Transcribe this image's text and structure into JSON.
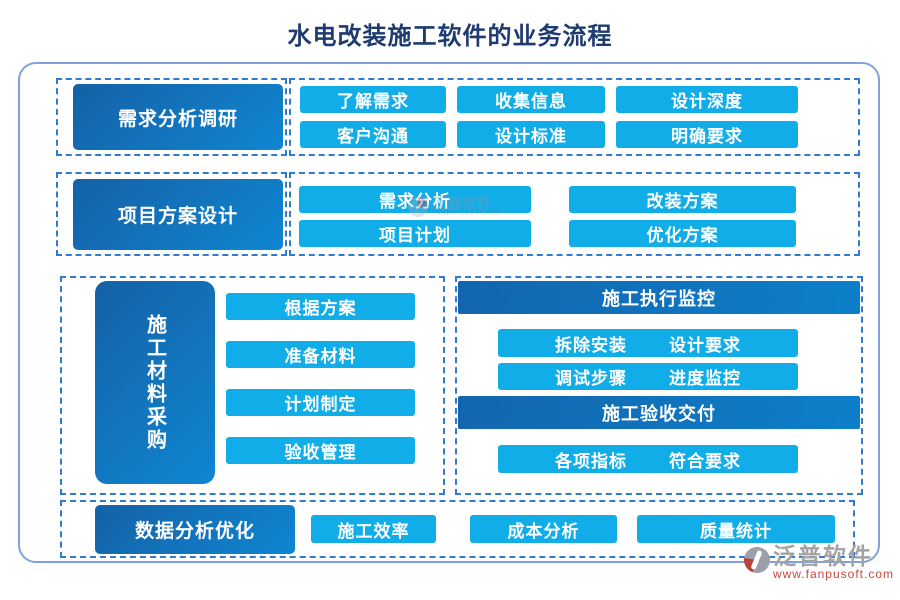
{
  "title": "水电改装施工软件的业务流程",
  "stages": {
    "demand": {
      "label": "需求分析调研",
      "buttons": [
        "了解需求",
        "收集信息",
        "设计深度",
        "客户沟通",
        "设计标准",
        "明确要求"
      ]
    },
    "design": {
      "label": "项目方案设计",
      "buttons": [
        "需求分析",
        "改装方案",
        "项目计划",
        "优化方案"
      ]
    },
    "material": {
      "label": "施工材料采购",
      "buttons": [
        "根据方案",
        "准备材料",
        "计划制定",
        "验收管理"
      ]
    },
    "execution": {
      "header": "施工执行监控",
      "pairs": [
        [
          "拆除安装",
          "设计要求"
        ],
        [
          "调试步骤",
          "进度监控"
        ]
      ]
    },
    "acceptance": {
      "header": "施工验收交付",
      "pairs": [
        [
          "各项指标",
          "符合要求"
        ]
      ]
    },
    "analytics": {
      "label": "数据分析优化",
      "buttons": [
        "施工效率",
        "成本分析",
        "质量统计"
      ]
    }
  },
  "watermark": {
    "brand": "泛普软件",
    "sub": "FANPU SOFTWARE"
  },
  "footer_logo": {
    "brand": "泛普软件",
    "url": "www.fanpusoft.com"
  },
  "colors": {
    "accent_cyan": "#10ade9",
    "stage_gradient_from": "#1561a6",
    "stage_gradient_to": "#0f86d2",
    "dashed_border": "#2f7ad2",
    "outer_border": "#7ea3da",
    "title_text": "#1e3a70",
    "logo_gray": "#a3a3a3",
    "logo_red": "#c5463d"
  }
}
